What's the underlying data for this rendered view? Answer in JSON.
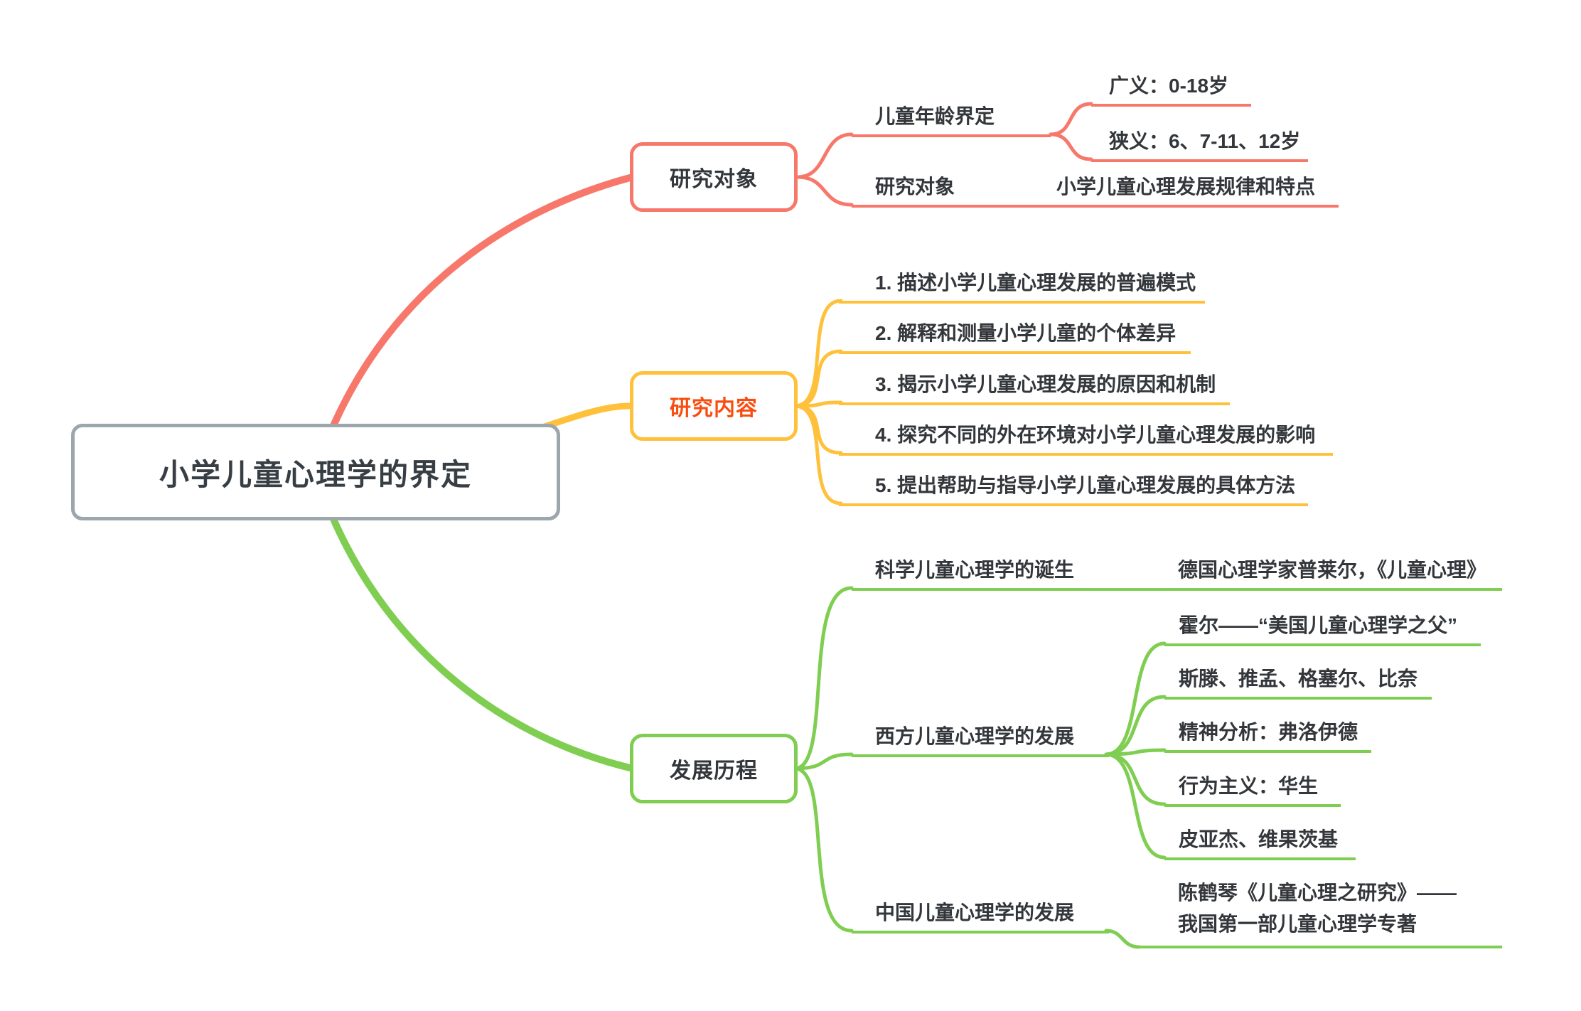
{
  "root": {
    "title": "小学儿童心理学的界定"
  },
  "branches": {
    "research_object": {
      "label": "研究对象",
      "age_definition": {
        "label": "儿童年龄界定",
        "broad": "广义：0-18岁",
        "narrow": "狭义：6、7-11、12岁"
      },
      "object": {
        "label": "研究对象",
        "value": "小学儿童心理发展规律和特点"
      }
    },
    "research_content": {
      "label": "研究内容",
      "items": [
        "1. 描述小学儿童心理发展的普遍模式",
        "2. 解释和测量小学儿童的个体差异",
        "3. 揭示小学儿童心理发展的原因和机制",
        "4. 探究不同的外在环境对小学儿童心理发展的影响",
        "5. 提出帮助与指导小学儿童心理发展的具体方法"
      ]
    },
    "development_history": {
      "label": "发展历程",
      "birth": {
        "label": "科学儿童心理学的诞生",
        "value": "德国心理学家普莱尔，《儿童心理》"
      },
      "western": {
        "label": "西方儿童心理学的发展",
        "items": [
          "霍尔——“美国儿童心理学之父”",
          "斯滕、推孟、格塞尔、比奈",
          "精神分析：弗洛伊德",
          "行为主义：华生",
          "皮亚杰、维果茨基"
        ]
      },
      "china": {
        "label": "中国儿童心理学的发展",
        "value_line1": "陈鹤琴《儿童心理之研究》——",
        "value_line2": "我国第一部儿童心理学专著"
      }
    }
  },
  "colors": {
    "branch_research_object": "#F7786B",
    "branch_research_content": "#FFC13B",
    "branch_development_history": "#7FCE52",
    "highlight_text": "#F94D10",
    "central_border": "#9CA6AD"
  }
}
